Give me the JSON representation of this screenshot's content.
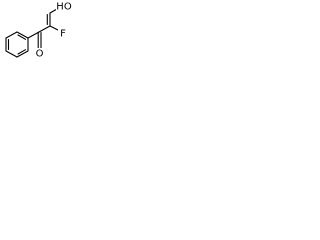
{
  "molecule": {
    "atoms": {
      "hydroxyl": "HO",
      "fluorine": "F",
      "carbonyl_oxygen": "O"
    },
    "colors": {
      "bond": "#000000",
      "label": "#000000",
      "background": "#ffffff"
    }
  }
}
